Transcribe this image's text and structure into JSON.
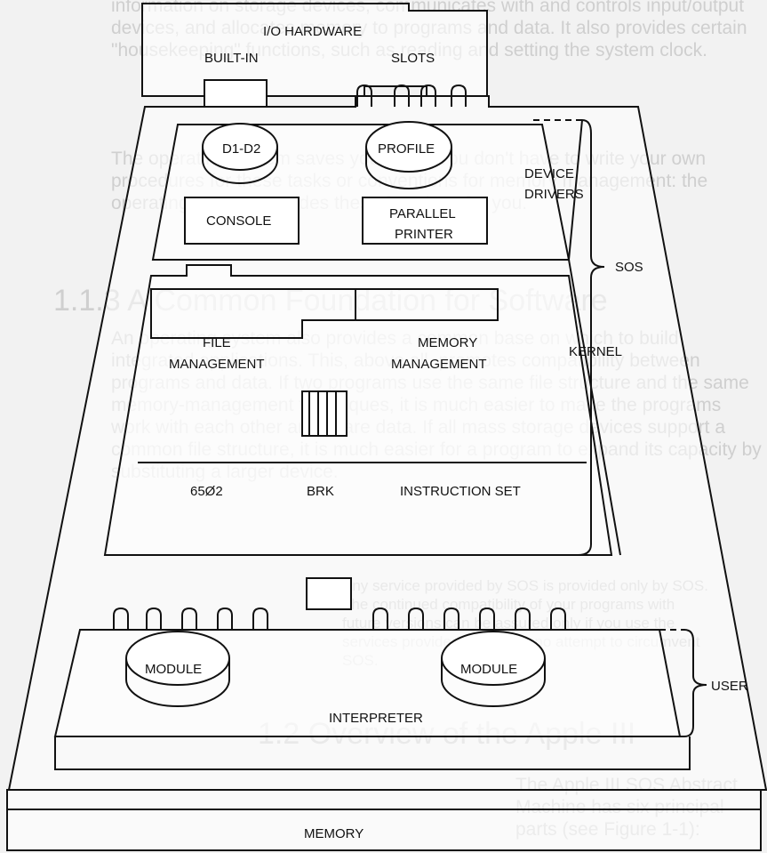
{
  "background": {
    "paragraph_1": "information on storage devices, communicates with and controls input/output devices, and allocates memory to programs and data. It also provides certain \"housekeeping\" functions, such as reading and setting the system clock.",
    "paragraph_2": "The operating system saves you effort. You don't have to write your own procedures for these tasks or conventions for memory management: the operating system provides these functions for you.",
    "heading_1": "1.1.3  A Common Foundation for Software",
    "paragraph_3": "An operating system also provides a common base on which to build integrated applications. This, above all, promotes compatibility between programs and data. If two programs use the same file structure and the same memory-management techniques, it is much easier to make the programs work with each other and share data. If all mass storage devices support a common file structure, it is much easier for a program to expand its capacity by substituting a larger device.",
    "note": "Any service provided by SOS is provided only by SOS. The continued compatibility of your programs with future versions can be assured only if you use the services provided and make no attempt to circumvent SOS.",
    "heading_2": "1.2  Overview of the Apple III",
    "paragraph_4": "The Apple III SOS Abstract Machine has six principal parts (see Figure 1-1):"
  },
  "diagram": {
    "io_hardware": "I/O HARDWARE",
    "built_in": "BUILT-IN",
    "slots": "SLOTS",
    "d1_d2": "D1-D2",
    "profile": "PROFILE",
    "device_drivers_line1": "DEVICE",
    "device_drivers_line2": "DRIVERS",
    "console": "CONSOLE",
    "parallel_printer_line1": "PARALLEL",
    "parallel_printer_line2": "PRINTER",
    "sos": "SOS",
    "file_mgmt_line1": "FILE",
    "file_mgmt_line2": "MANAGEMENT",
    "memory_mgmt_line1": "MEMORY",
    "memory_mgmt_line2": "MANAGEMENT",
    "kernel": "KERNEL",
    "cpu": "65Ø2",
    "brk": "BRK",
    "instruction_set": "INSTRUCTION SET",
    "module_left": "MODULE",
    "module_right": "MODULE",
    "user": "USER",
    "interpreter": "INTERPRETER",
    "memory": "MEMORY"
  }
}
